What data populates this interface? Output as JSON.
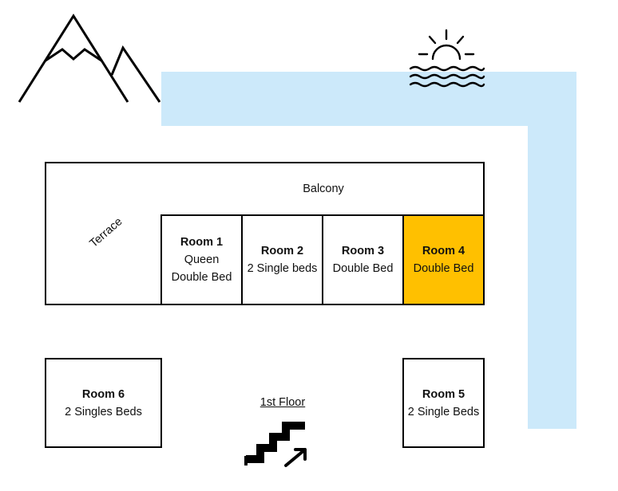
{
  "colors": {
    "water": "#cce9fa",
    "highlight": "#ffc000",
    "line": "#000000"
  },
  "icons": {
    "mountains": "mountains-icon",
    "sunset": "sunset-over-water-icon",
    "stairs": "stairs-up-icon"
  },
  "areas": {
    "balcony": "Balcony",
    "terrace": "Terrace"
  },
  "floor_label": "1st Floor",
  "rooms": [
    {
      "name": "Room 1",
      "bed_line1": "Queen",
      "bed_line2": "Double Bed",
      "highlighted": false
    },
    {
      "name": "Room 2",
      "bed": "2 Single beds",
      "highlighted": false
    },
    {
      "name": "Room 3",
      "bed": "Double Bed",
      "highlighted": false
    },
    {
      "name": "Room 4",
      "bed": "Double Bed",
      "highlighted": true
    },
    {
      "name": "Room 5",
      "bed": "2 Single Beds",
      "highlighted": false
    },
    {
      "name": "Room 6",
      "bed": "2 Singles Beds",
      "highlighted": false
    }
  ]
}
